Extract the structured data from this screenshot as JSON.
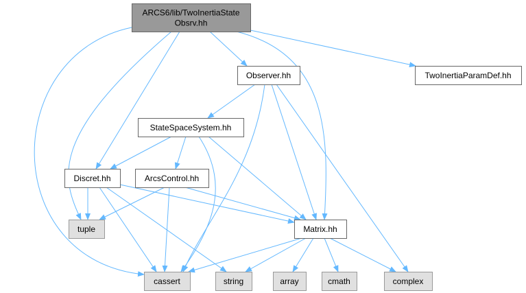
{
  "colors": {
    "edge": "#63b8ff",
    "root_fill": "#999999",
    "root_border": "#666666",
    "node_fill": "#ffffff",
    "node_border": "#666666",
    "system_fill": "#e0e0e0",
    "system_border": "#999999"
  },
  "nodes": [
    {
      "id": "root",
      "lines": [
        "ARCS6/lib/TwoInertiaState",
        "Obsrv.hh"
      ],
      "kind": "root"
    },
    {
      "id": "observer",
      "lines": [
        "Observer.hh"
      ],
      "kind": "file"
    },
    {
      "id": "twoinertiaparam",
      "lines": [
        "TwoInertiaParamDef.hh"
      ],
      "kind": "file"
    },
    {
      "id": "statespace",
      "lines": [
        "StateSpaceSystem.hh"
      ],
      "kind": "file"
    },
    {
      "id": "discret",
      "lines": [
        "Discret.hh"
      ],
      "kind": "file"
    },
    {
      "id": "arcscontrol",
      "lines": [
        "ArcsControl.hh"
      ],
      "kind": "file"
    },
    {
      "id": "matrix",
      "lines": [
        "Matrix.hh"
      ],
      "kind": "file"
    },
    {
      "id": "tuple",
      "lines": [
        "tuple"
      ],
      "kind": "system"
    },
    {
      "id": "cassert",
      "lines": [
        "cassert"
      ],
      "kind": "system"
    },
    {
      "id": "string",
      "lines": [
        "string"
      ],
      "kind": "system"
    },
    {
      "id": "array",
      "lines": [
        "array"
      ],
      "kind": "system"
    },
    {
      "id": "cmath",
      "lines": [
        "cmath"
      ],
      "kind": "system"
    },
    {
      "id": "complex",
      "lines": [
        "complex"
      ],
      "kind": "system"
    }
  ],
  "edges": [
    {
      "from": "root",
      "to": "cassert"
    },
    {
      "from": "root",
      "to": "tuple"
    },
    {
      "from": "root",
      "to": "discret"
    },
    {
      "from": "root",
      "to": "observer"
    },
    {
      "from": "root",
      "to": "matrix"
    },
    {
      "from": "root",
      "to": "twoinertiaparam"
    },
    {
      "from": "observer",
      "to": "statespace"
    },
    {
      "from": "observer",
      "to": "cassert"
    },
    {
      "from": "observer",
      "to": "matrix"
    },
    {
      "from": "observer",
      "to": "complex"
    },
    {
      "from": "statespace",
      "to": "discret"
    },
    {
      "from": "statespace",
      "to": "arcscontrol"
    },
    {
      "from": "statespace",
      "to": "matrix"
    },
    {
      "from": "statespace",
      "to": "cassert"
    },
    {
      "from": "discret",
      "to": "tuple"
    },
    {
      "from": "discret",
      "to": "cassert"
    },
    {
      "from": "discret",
      "to": "string"
    },
    {
      "from": "discret",
      "to": "matrix"
    },
    {
      "from": "arcscontrol",
      "to": "tuple"
    },
    {
      "from": "arcscontrol",
      "to": "cassert"
    },
    {
      "from": "arcscontrol",
      "to": "matrix"
    },
    {
      "from": "matrix",
      "to": "cassert"
    },
    {
      "from": "matrix",
      "to": "string"
    },
    {
      "from": "matrix",
      "to": "array"
    },
    {
      "from": "matrix",
      "to": "cmath"
    },
    {
      "from": "matrix",
      "to": "complex"
    }
  ]
}
